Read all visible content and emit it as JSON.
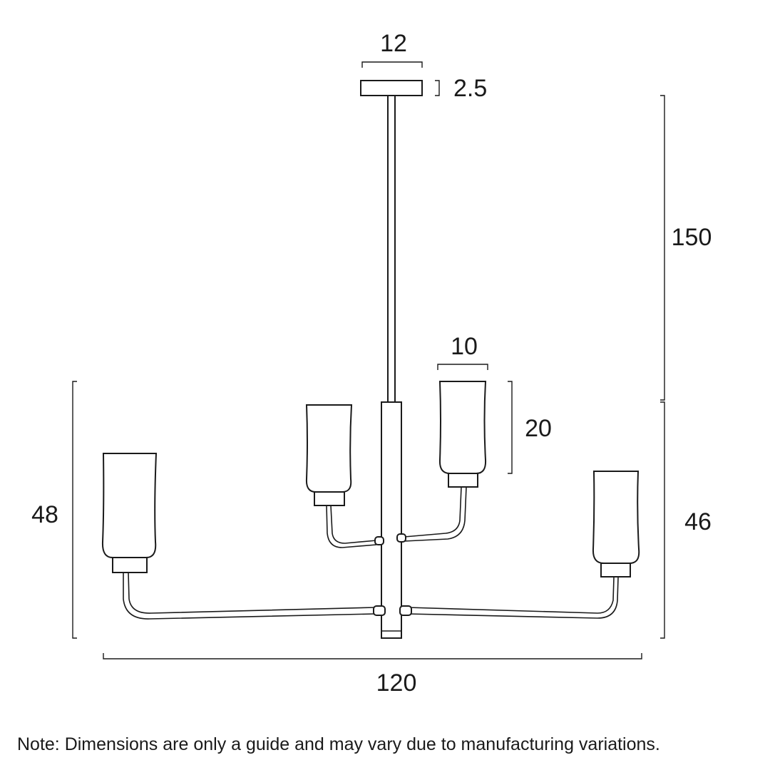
{
  "dimensions": {
    "canopy_width": "12",
    "canopy_height": "2.5",
    "drop_length": "150",
    "shade_width": "10",
    "shade_height": "20",
    "left_height": "48",
    "right_height": "46",
    "overall_width": "120"
  },
  "note": "Note: Dimensions are only a guide and may vary due to manufacturing variations."
}
